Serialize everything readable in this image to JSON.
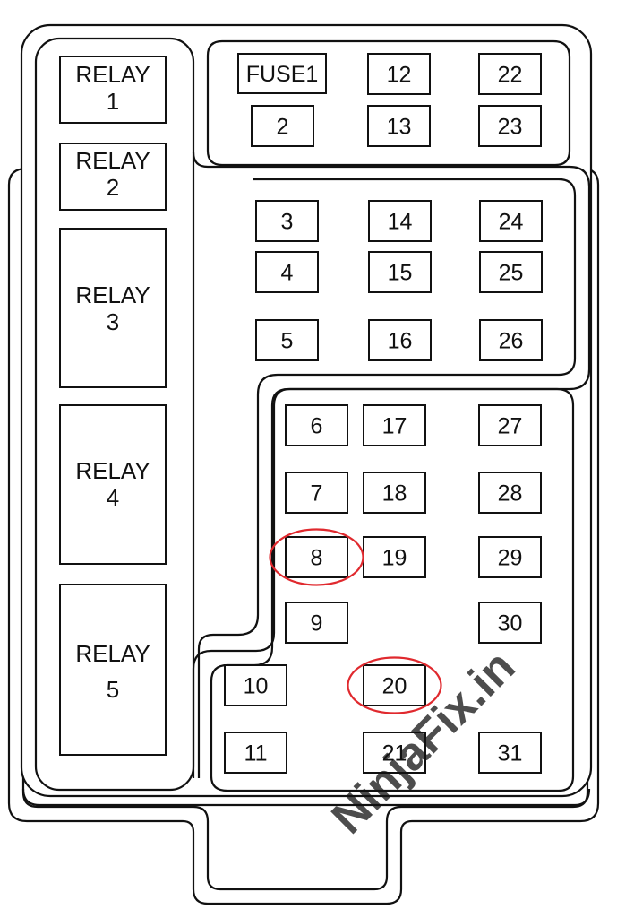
{
  "relays": [
    {
      "id": "relay-1",
      "lines": [
        "RELAY",
        "1"
      ]
    },
    {
      "id": "relay-2",
      "lines": [
        "RELAY",
        "2"
      ]
    },
    {
      "id": "relay-3",
      "lines": [
        "RELAY",
        "3"
      ]
    },
    {
      "id": "relay-4",
      "lines": [
        "RELAY",
        "4"
      ]
    },
    {
      "id": "relay-5",
      "lines": [
        "RELAY",
        "5"
      ]
    }
  ],
  "fuses": [
    "FUSE1",
    "2",
    "3",
    "4",
    "5",
    "6",
    "7",
    "8",
    "9",
    "10",
    "11",
    "12",
    "13",
    "14",
    "15",
    "16",
    "17",
    "18",
    "19",
    "20",
    "21",
    "22",
    "23",
    "24",
    "25",
    "26",
    "27",
    "28",
    "29",
    "30",
    "31"
  ],
  "highlighted_fuses": [
    "8",
    "20"
  ],
  "highlight_color": "#e0292e",
  "line_color": "#111111",
  "watermark": "NinjaFix.in",
  "watermark_color": "#bdbdbd"
}
